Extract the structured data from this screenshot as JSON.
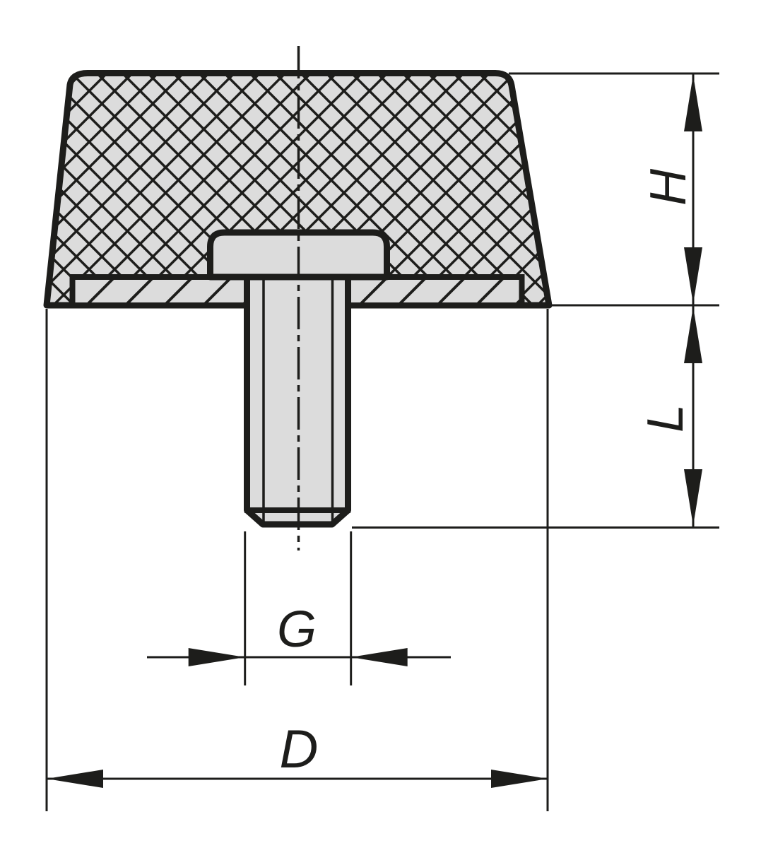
{
  "drawing": {
    "labels": {
      "height": "H",
      "length": "L",
      "thread": "G",
      "diameter": "D"
    },
    "colors": {
      "line": "#1d1d1b",
      "fill": "#dcdcdc",
      "background": "#ffffff"
    }
  }
}
